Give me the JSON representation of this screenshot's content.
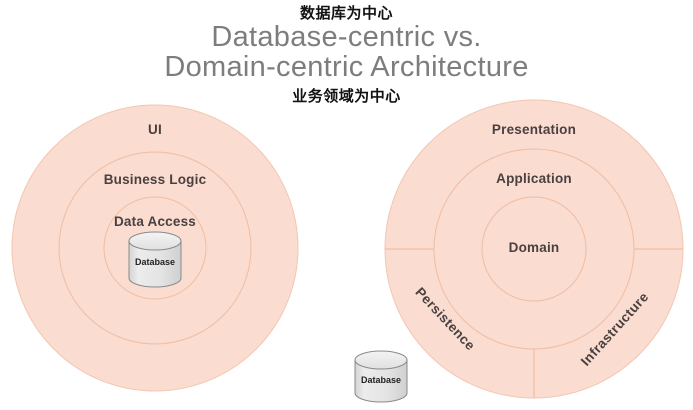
{
  "header": {
    "cn_top_note": "数据库为中心",
    "cn_bottom_note": "业务领域为中心",
    "title_line1": "Database-centric vs.",
    "title_line2": "Domain-centric Architecture"
  },
  "colors": {
    "ring_fill": "#fadcd0",
    "ring_stroke": "#f0c0a8",
    "label_text": "#4a4040",
    "title_text": "#7d7d7d",
    "note_text": "#121212",
    "cylinder_fill": "#e2e2e2",
    "cylinder_top": "#eeeeee",
    "cylinder_stroke": "#8a8a8a",
    "background": "#ffffff"
  },
  "left_diagram": {
    "name": "database-centric",
    "rings": [
      {
        "label": "UI",
        "level": 1
      },
      {
        "label": "Business Logic",
        "level": 2
      },
      {
        "label": "Data Access",
        "level": 3
      }
    ],
    "cylinder": {
      "label": "Database"
    }
  },
  "right_diagram": {
    "name": "domain-centric",
    "rings": [
      {
        "label": "Presentation",
        "level": 1
      },
      {
        "label": "Application",
        "level": 2
      },
      {
        "label": "Domain",
        "level": 3
      }
    ],
    "sectors": [
      {
        "label": "Persistence",
        "position": "bottom-left"
      },
      {
        "label": "Infrastructure",
        "position": "bottom-right"
      }
    ],
    "cylinder": {
      "label": "Database"
    }
  }
}
